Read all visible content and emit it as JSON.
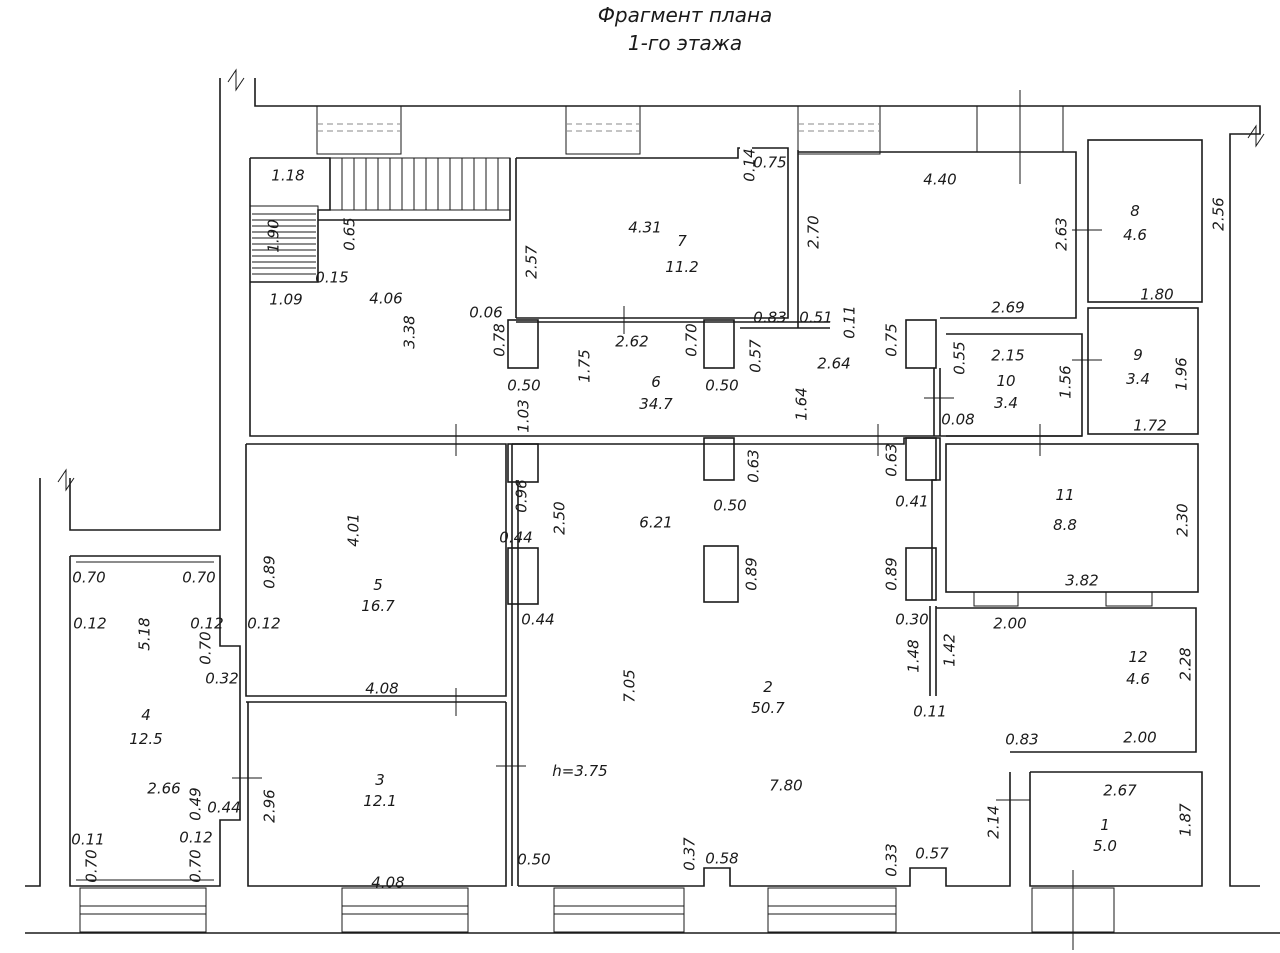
{
  "title": {
    "line1": "Фрагмент плана",
    "line2": "1-го этажа"
  },
  "rooms": [
    {
      "number": "1",
      "area": "5.0"
    },
    {
      "number": "2",
      "area": "50.7"
    },
    {
      "number": "3",
      "area": "12.1"
    },
    {
      "number": "4",
      "area": "12.5"
    },
    {
      "number": "5",
      "area": "16.7"
    },
    {
      "number": "6",
      "area": "34.7"
    },
    {
      "number": "7",
      "area": "11.2"
    },
    {
      "number": "8",
      "area": "4.6"
    },
    {
      "number": "9",
      "area": "3.4"
    },
    {
      "number": "10",
      "area": "3.4"
    },
    {
      "number": "11",
      "area": "8.8"
    },
    {
      "number": "12",
      "area": "4.6"
    }
  ],
  "ceiling_height": "h=3.75",
  "dimensions": [
    "1.18",
    "1.90",
    "0.65",
    "0.15",
    "1.09",
    "4.06",
    "3.38",
    "0.06",
    "0.78",
    "0.50",
    "1.75",
    "1.03",
    "4.31",
    "2.57",
    "0.14",
    "0.75",
    "0.83",
    "2.62",
    "0.70",
    "0.50",
    "0.57",
    "2.64",
    "1.64",
    "0.51",
    "0.11",
    "4.40",
    "2.70",
    "2.63",
    "2.69",
    "0.75",
    "0.55",
    "2.15",
    "1.56",
    "0.08",
    "2.56",
    "1.80",
    "1.96",
    "1.72",
    "4.01",
    "0.96",
    "0.44",
    "2.50",
    "0.89",
    "0.12",
    "0.44",
    "4.08",
    "6.21",
    "0.63",
    "0.50",
    "0.89",
    "0.63",
    "0.41",
    "0.89",
    "0.30",
    "2.30",
    "3.82",
    "2.00",
    "1.48",
    "1.42",
    "0.11",
    "2.28",
    "0.83",
    "2.00",
    "7.05",
    "7.80",
    "2.67",
    "2.14",
    "1.87",
    "0.37",
    "0.58",
    "0.33",
    "0.57",
    "0.50",
    "2.96",
    "4.08",
    "0.70",
    "0.70",
    "0.12",
    "0.12",
    "5.18",
    "0.70",
    "0.32",
    "2.66",
    "0.49",
    "0.44",
    "0.12",
    "0.11",
    "0.70",
    "0.70"
  ]
}
